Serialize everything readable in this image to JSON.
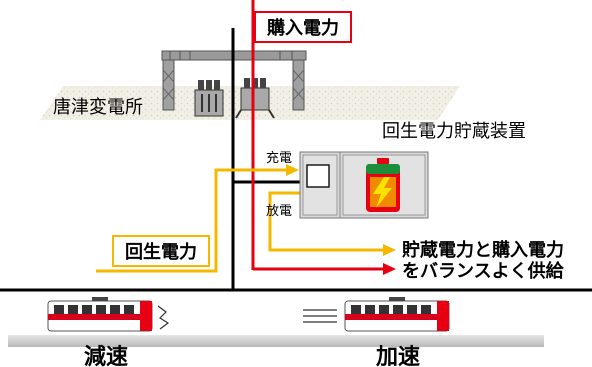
{
  "labels": {
    "purchase_power": "購入電力",
    "substation": "唐津変電所",
    "storage_device": "回生電力貯蔵装置",
    "charge": "充電",
    "discharge": "放電",
    "regen_power": "回生電力",
    "balance_line1": "貯蔵電力と購入電力",
    "balance_line2": "をバランスよく供給",
    "decelerate": "減速",
    "accelerate": "加速"
  },
  "colors": {
    "purchase_power": "#e60012",
    "regen_power": "#f5b800",
    "wire": "#000000",
    "ground": "#cfcfcf",
    "cabinet": "#d9d9d9",
    "battery_red": "#e60012",
    "battery_green": "#1d8f3a",
    "lightning": "#ffe100"
  },
  "icons": {
    "battery": "battery-icon",
    "lightning": "lightning-icon",
    "train": "train-icon",
    "substation_equipment": "transformer-icon"
  }
}
